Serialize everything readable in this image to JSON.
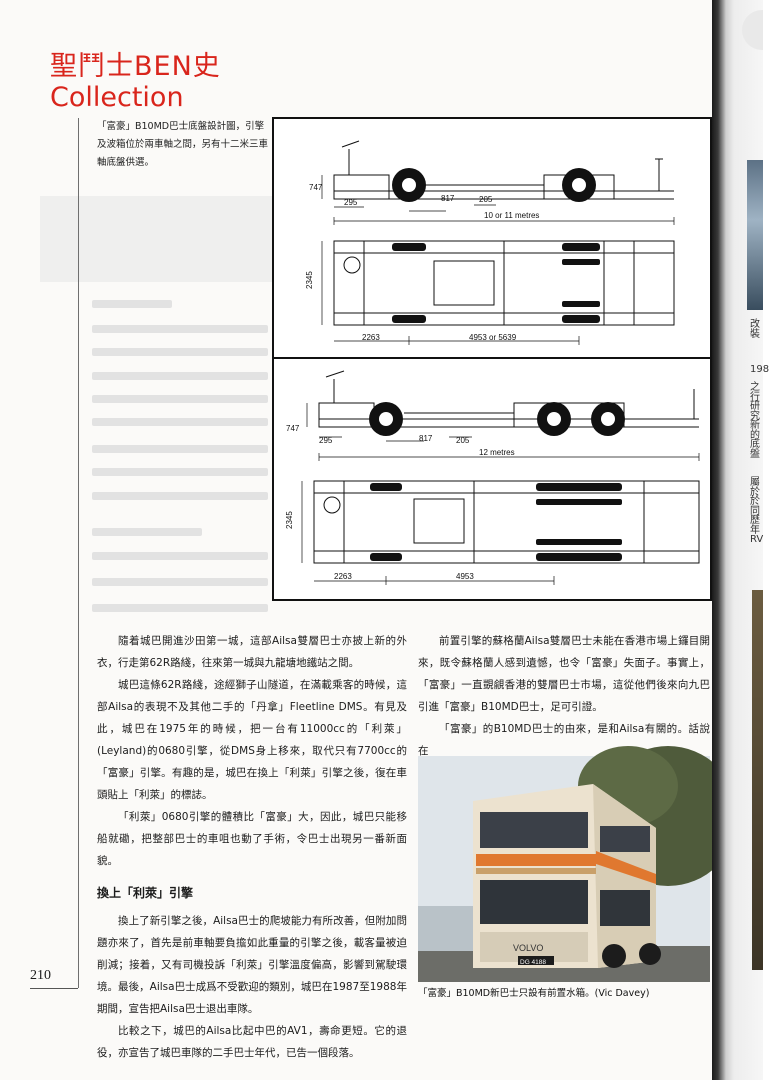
{
  "header": {
    "series_title": "聖鬥士BEN史",
    "series_subtitle": "Collection"
  },
  "figure": {
    "caption": "「富豪」B10MD巴士底盤設計圖，引擎及波箱位於兩車軸之間，另有十二米三車軸底盤供選。",
    "diagram_a": {
      "height_dim": "747",
      "front_overhang": "295",
      "wheelbase_offset": "817",
      "rear_dim": "205",
      "length": "10 or 11 metres",
      "width": "2345",
      "front_to_axle": "2263",
      "wheelbase": "4953 or 5639"
    },
    "diagram_b": {
      "height_dim": "747",
      "front_overhang": "295",
      "wheelbase_offset": "817",
      "rear_dim": "205",
      "length": "12 metres",
      "width": "2345",
      "front_to_axle": "2263",
      "wheelbase": "4953"
    }
  },
  "article": {
    "left_column": [
      "隨着城巴開進沙田第一城，這部Ailsa雙層巴士亦披上新的外衣，行走第62R路綫，往來第一城與九龍塘地鐵站之間。",
      "城巴這條62R路綫，途經獅子山隧道，在滿載乘客的時候，這部Ailsa的表現不及其他二手的「丹拿」Fleetline DMS。有見及此，城巴在1975年的時候，把一台有11000cc的「利萊」(Leyland)的0680引擎，從DMS身上移來，取代只有7700cc的「富豪」引擎。有趣的是，城巴在換上「利萊」引擎之後，復在車頭貼上「利萊」的標誌。",
      "「利萊」0680引擎的體積比「富豪」大，因此，城巴只能移船就磡，把整部巴士的車咀也動了手術，令巴士出現另一番新面貌。"
    ],
    "section_heading": "換上「利萊」引擎",
    "left_column_2": [
      "換上了新引擎之後，Ailsa巴士的爬坡能力有所改善，但附加問題亦來了，首先是前車軸要負擔如此重量的引擎之後，載客量被迫削減；接着，又有司機投訴「利萊」引擎溫度偏高，影響到駕駛環境。最後，Ailsa巴士成爲不受歡迎的類別，城巴在1987至1988年期間，宣告把Ailsa巴士退出車隊。",
      "比較之下，城巴的Ailsa比起中巴的AV1，壽命更短。它的退役，亦宣告了城巴車隊的二手巴士年代，已告一個段落。"
    ],
    "right_column": [
      "前置引擎的蘇格蘭Ailsa雙層巴士未能在香港市場上鑼目開來，既令蘇格蘭人感到遺憾，也令「富豪」失面子。事實上，「富豪」一直覬覦香港的雙層巴士市場，這從他們後來向九巴引進「富豪」B10MD巴士，足可引證。",
      "「富豪」的B10MD巴士的由來，是和Ailsa有關的。話說在"
    ]
  },
  "photo": {
    "caption": "「富豪」B10MD新巴士只設有前置水箱。(Vic Davey)",
    "bus_destination": "",
    "plate": "DG 4188"
  },
  "page_number": "210",
  "spine_fragments": [
    "198",
    "之行",
    "研究",
    "新的",
    "底盤",
    "屬於",
    "於同",
    "歷年",
    "RV",
    "改裝"
  ],
  "colors": {
    "accent": "#d9251c",
    "bus_body": "#ece2cf",
    "bus_stripe": "#e0782f"
  }
}
